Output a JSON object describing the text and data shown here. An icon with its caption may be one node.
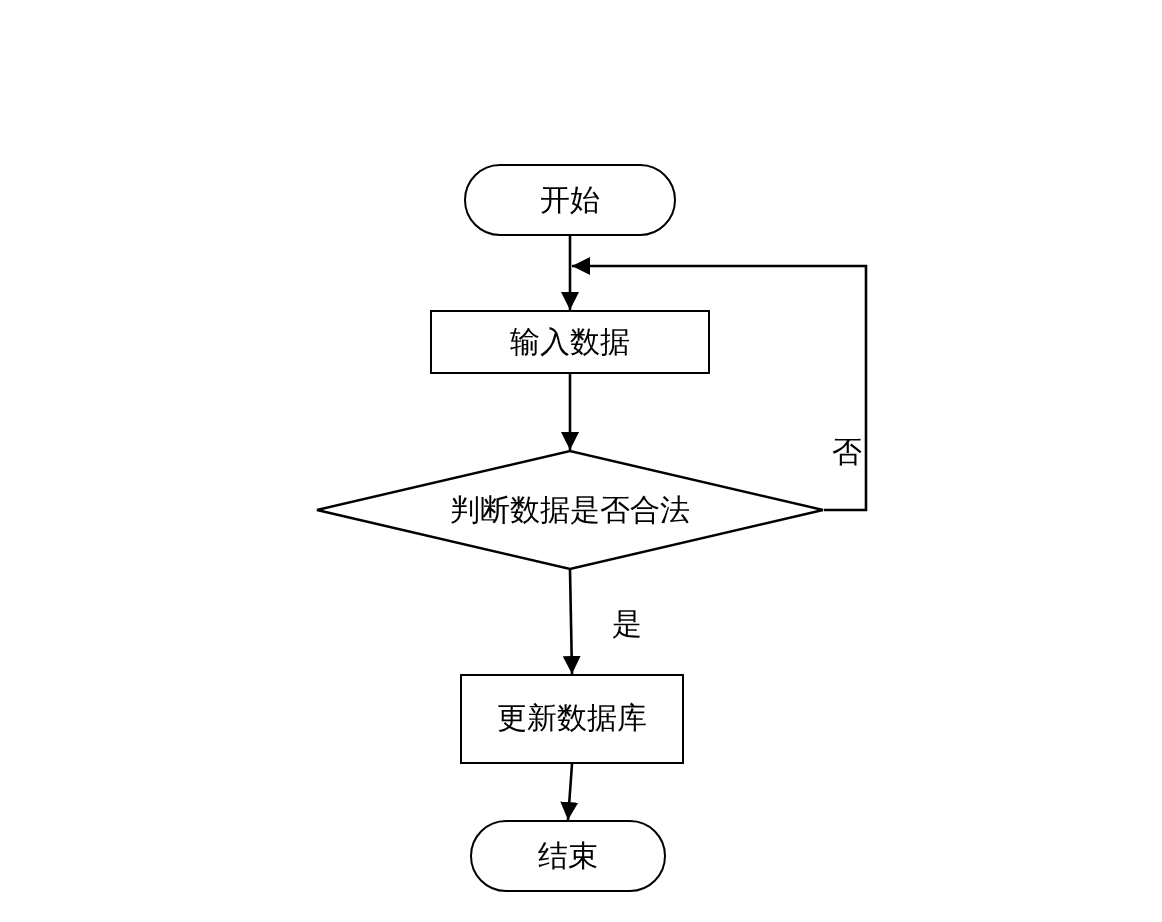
{
  "diagram": {
    "nodes": [
      {
        "text": [
          "开始"
        ]
      },
      {
        "text": [
          "输入数据"
        ]
      },
      {
        "text": [
          "判断数据是否合法"
        ]
      },
      {
        "text": [
          "更新数据库"
        ]
      },
      {
        "text": [
          "结束"
        ]
      }
    ],
    "edges": [
      {
        "from": 0,
        "to": 1,
        "arrow": "to"
      },
      {
        "from": 1,
        "to": 2,
        "arrow": "to"
      },
      {
        "from": 2,
        "to": 1,
        "arrow": "to",
        "label": "否"
      },
      {
        "from": 2,
        "to": 3,
        "arrow": "to",
        "label": "是"
      },
      {
        "from": 3,
        "to": 4,
        "arrow": "to"
      }
    ]
  }
}
